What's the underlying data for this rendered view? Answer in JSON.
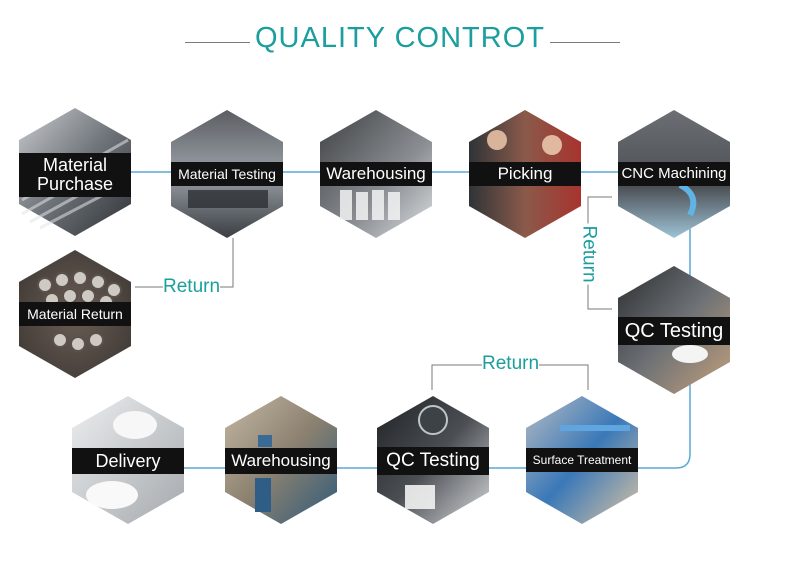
{
  "header": {
    "title": "QUALITY CONTROT"
  },
  "steps": {
    "material_purchase": "Material\nPurchase",
    "material_testing": "Material Testing",
    "warehousing_1": "Warehousing",
    "picking": "Picking",
    "cnc_machining": "CNC Machining",
    "qc_testing_1": "QC Testing",
    "surface_treatment": "Surface Treatment",
    "qc_testing_2": "QC Testing",
    "warehousing_2": "Warehousing",
    "delivery": "Delivery",
    "material_return": "Material Return"
  },
  "returns": {
    "label": "Return"
  },
  "colors": {
    "accent": "#1a9e9e",
    "connector": "#5aa9d6",
    "label_bg": "#111111"
  }
}
